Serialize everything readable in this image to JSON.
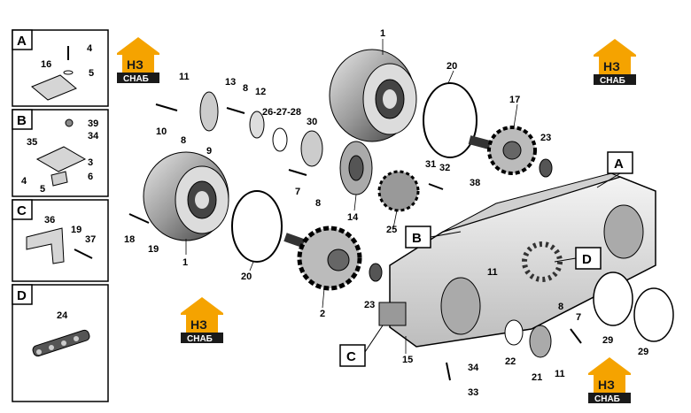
{
  "colors": {
    "logo_orange": "#f5a300",
    "logo_black": "#1a1a1a",
    "line": "#000000",
    "part_gray": "#888888"
  },
  "inset_panels": [
    {
      "letter": "A",
      "labels": [
        "4",
        "5",
        "16"
      ]
    },
    {
      "letter": "B",
      "labels": [
        "39",
        "34",
        "35",
        "3",
        "4",
        "5",
        "6"
      ]
    },
    {
      "letter": "C",
      "labels": [
        "36",
        "19",
        "37"
      ]
    },
    {
      "letter": "D",
      "labels": [
        "24"
      ]
    }
  ],
  "logo": {
    "emblem": "НЗ",
    "caption": "СНАБ"
  },
  "callouts": {
    "a": "A",
    "b": "B",
    "c": "C",
    "d": "D"
  },
  "part_labels": {
    "p1_top": "1",
    "p1_bottom": "1",
    "p2": "2",
    "p7_left": "7",
    "p7_right": "7",
    "p8_a": "8",
    "p8_b": "8",
    "p8_c": "8",
    "p8_d": "8",
    "p9": "9",
    "p10": "10",
    "p11_a": "11",
    "p11_b": "11",
    "p11_c": "11",
    "p12": "12",
    "p13": "13",
    "p14": "14",
    "p15": "15",
    "p17": "17",
    "p18": "18",
    "p19": "19",
    "p20_top": "20",
    "p20_bottom": "20",
    "p21": "21",
    "p22": "22",
    "p23_a": "23",
    "p23_b": "23",
    "p25": "25",
    "p26": "26-27-28",
    "p29_a": "29",
    "p29_b": "29",
    "p30": "30",
    "p31": "31",
    "p32": "32",
    "p33": "33",
    "p34": "34",
    "p38": "38"
  }
}
